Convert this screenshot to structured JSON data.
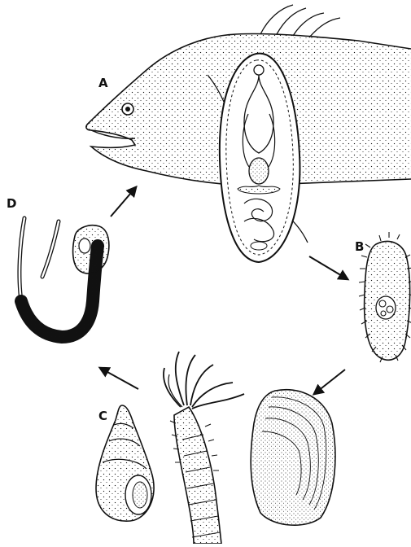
{
  "labels": {
    "a": "A",
    "b": "B",
    "c": "C",
    "d": "D"
  },
  "colors": {
    "ink": "#111111",
    "paper": "#ffffff"
  },
  "icons": {
    "a": "fish-head-with-fluke-icon",
    "b": "ciliated-miracidium-icon",
    "c": "snail-polychaete-bivalve-icons",
    "d": "cercaria-icon"
  }
}
